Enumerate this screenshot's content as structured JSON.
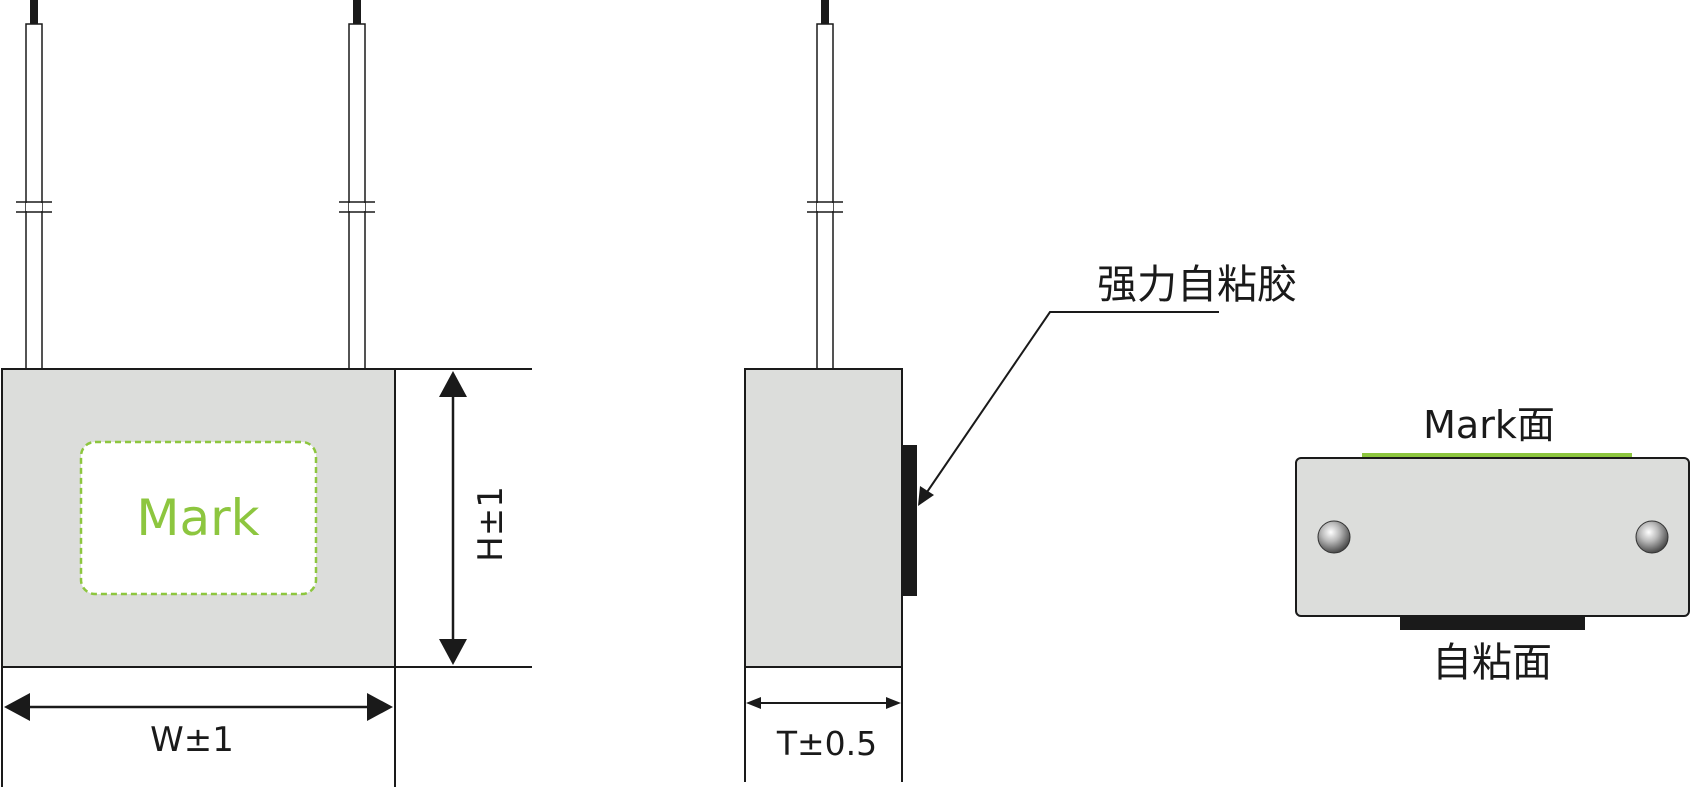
{
  "labels": {
    "mark": "Mark",
    "height_dim": "H±1",
    "width_dim": "W±1",
    "thickness_dim": "T±0.5",
    "adhesive_callout": "强力自粘胶",
    "mark_face": "Mark面",
    "adhesive_face": "自粘面"
  },
  "colors": {
    "body_fill": "#dcdddb",
    "outline": "#1a1a1a",
    "mark_green": "#8dc63f",
    "adhesive": "#1a1a1a",
    "background": "#ffffff"
  }
}
